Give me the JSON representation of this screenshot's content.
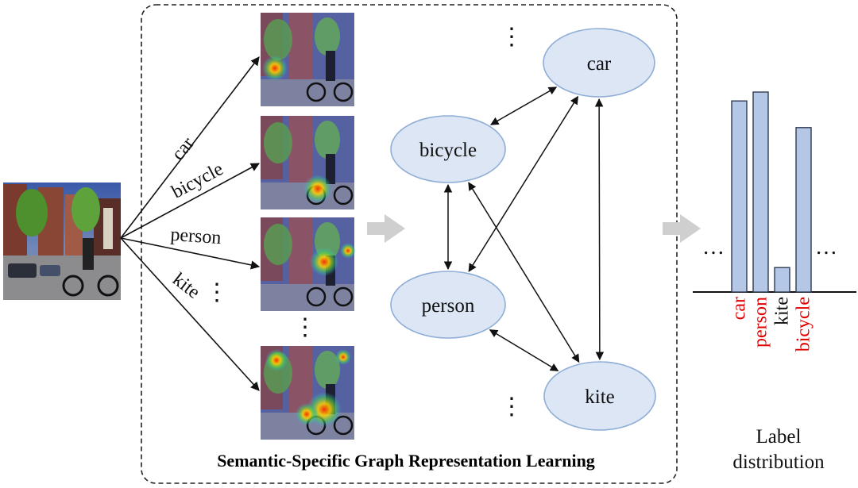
{
  "frame_title": "Semantic-Specific Graph Representation Learning",
  "branch_labels": [
    "car",
    "bicycle",
    "person",
    "kite"
  ],
  "graph_nodes": [
    {
      "id": "car",
      "label": "car"
    },
    {
      "id": "bicycle",
      "label": "bicycle"
    },
    {
      "id": "person",
      "label": "person"
    },
    {
      "id": "kite",
      "label": "kite"
    }
  ],
  "graph_edges": [
    [
      "bicycle",
      "car"
    ],
    [
      "bicycle",
      "person"
    ],
    [
      "bicycle",
      "kite"
    ],
    [
      "person",
      "car"
    ],
    [
      "person",
      "kite"
    ],
    [
      "kite",
      "car"
    ]
  ],
  "ellipsis": "⋮",
  "hellip": "…",
  "colors": {
    "node_fill": "#dce6f5",
    "node_stroke": "#8faed6",
    "bar_fill": "#b4c7e7",
    "bar_stroke": "#2f3b52",
    "highlight_label": "#e00000",
    "normal_label": "#111111",
    "flow_arrow": "#cfcfcf"
  },
  "chart_data": {
    "type": "bar",
    "title": "",
    "xlabel": "Label distribution",
    "categories": [
      "car",
      "person",
      "kite",
      "bicycle"
    ],
    "values": [
      0.86,
      0.9,
      0.11,
      0.74
    ],
    "highlighted": [
      true,
      true,
      false,
      true
    ],
    "ylim": [
      0,
      1
    ]
  },
  "chart_caption_lines": [
    "Label",
    "distribution"
  ]
}
